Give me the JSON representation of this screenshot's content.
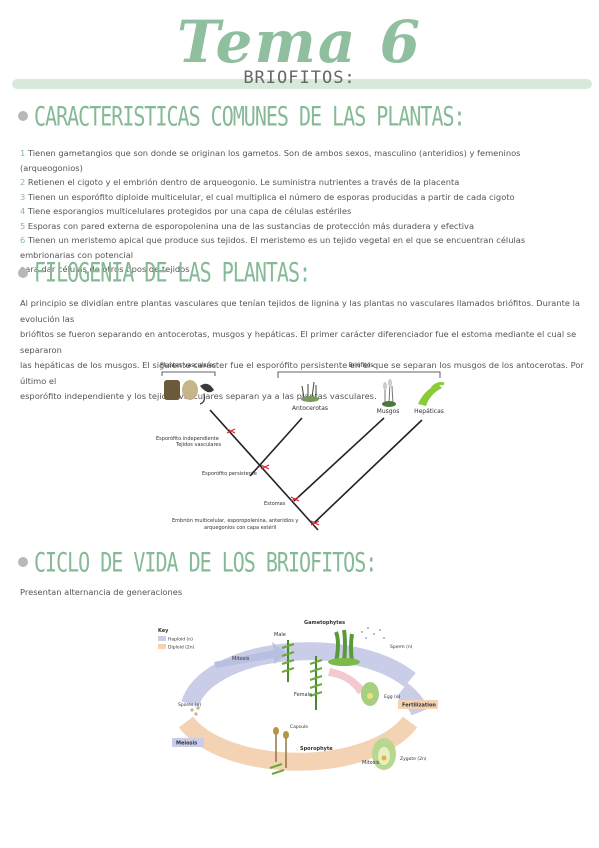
{
  "header": {
    "title": "Tema 6",
    "subtitle": "BRIOFITOS:"
  },
  "sections": {
    "s1": "CARACTERISTICAS COMUNES DE LAS PLANTAS:",
    "s2": "FILOGENIA DE LAS PLANTAS:",
    "s3": "CICLO DE VIDA DE LOS BRIOFITOS:"
  },
  "characteristics": [
    {
      "n": "1",
      "text": "Tienen gametangios que son donde se originan los gametos. Son de ambos sexos, masculino (anteridios) y femeninos (arqueogonios)"
    },
    {
      "n": "2",
      "text": "Retienen el cigoto y el embrión dentro de arqueogonio. Le suministra nutrientes a través de la placenta"
    },
    {
      "n": "3",
      "text": "Tienen un esporófito diploide multicelular, el cual multiplica el número de esporas producidas a partir de cada cigoto"
    },
    {
      "n": "4",
      "text": "Tiene esporangios multicelulares protegidos por una capa de células estériles"
    },
    {
      "n": "5",
      "text": "Esporas con pared externa de esporopolenina una de las sustancias de protección más duradera y efectiva"
    },
    {
      "n": "6",
      "text": "Tienen un meristemo apical que produce sus tejidos. El meristemo es un tejido vegetal en el que se encuentran células embrionarias con potencial"
    },
    {
      "n": "",
      "text": "para dar células de otros tipos de tejidos"
    }
  ],
  "phylogeny_text": [
    "Al principio se dividían entre plantas vasculares que tenían tejidos de lignina y las plantas no vasculares llamados briófitos. Durante la evolución las",
    "briófitos se fueron separando en antocerotas, musgos y hepáticas. El primer carácter diferenciador fue el estoma mediante el cual se separaron",
    "las hepáticas de los musgos. El siguiente carácter fue el esporófito persistente en el que se separan los musgos de los antocerotas. Por último el",
    "esporófito independiente y los tejidos vasculares separan ya a las plantas vasculares."
  ],
  "cladogram": {
    "groups": [
      "Plantas vasculares",
      "Briófitos"
    ],
    "taxa": [
      "Antocerotas",
      "Musgos",
      "Hepáticas"
    ],
    "characters": [
      "Esporófito independiente",
      "Tejidos vasculares",
      "Esporófito persistente",
      "Estomas",
      "Embrión multicelular, esporopolenina, anteridios y",
      "arquegonios con capa estéril"
    ]
  },
  "life_cycle": {
    "intro": "Presentan alternancia de generaciones",
    "key_title": "Key",
    "key_items": [
      "Haploid (n)",
      "Diploid (2n)"
    ],
    "labels": {
      "gametophytes": "Gametophytes",
      "male": "Male",
      "female": "Female",
      "sperm": "Sperm (n)",
      "egg": "Egg (n)",
      "mitosis_top": "Mitosis",
      "mitosis_bottom": "Mitosis",
      "spores": "Spores (n)",
      "fertilization": "Fertilization",
      "meiosis": "Meiosis",
      "capsule": "Capsule",
      "sporophyte": "Sporophyte",
      "zygote": "Zygote (2n)"
    },
    "colors": {
      "haploid": "#c9cde8",
      "diploid": "#f3d3b3",
      "accent": "#86b996"
    }
  }
}
